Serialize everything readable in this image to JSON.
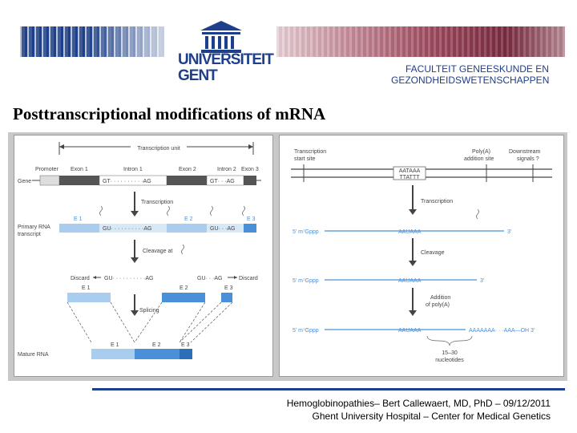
{
  "header": {
    "logo_line1": "UNIVERSITEIT",
    "logo_line2": "GENT",
    "faculty_line1": "FACULTEIT GENEESKUNDE EN",
    "faculty_line2": "GEZONDHEIDSWETENSCHAPPEN"
  },
  "slide": {
    "title": "Posttranscriptional modifications of mRNA"
  },
  "left_figure": {
    "transcription_unit": "Transcription unit",
    "gene_labels": [
      "Promoter",
      "Exon 1",
      "Intron 1",
      "Exon 2",
      "Intron 2",
      "Exon 3"
    ],
    "gene": "Gene",
    "gt_ag_1": "GT· · · · · · · · · ·AG",
    "gt_ag_2": "GT· · ·AG",
    "transcription": "Transcription",
    "e1": "E 1",
    "e2": "E 2",
    "e3": "E 3",
    "primary_rna": "Primary RNA",
    "transcript": "transcript",
    "gu_ag_1": "GU· · · · · · · · · ·AG",
    "gu_ag_2": "GU· · ·AG",
    "cleavage_at": "Cleavage at",
    "discard_left": "Discard",
    "discard_right": "Discard",
    "splicing": "Splicing",
    "mature_rna": "Mature RNA"
  },
  "right_figure": {
    "transcription_start": "Transcription",
    "start_site": "start site",
    "polya_site": "Poly(A)",
    "addition_site": "addition site",
    "downstream": "Downstream",
    "signals": "signals ?",
    "aataaa": "AATAAA",
    "ttattt": "TTATTT",
    "transcription": "Transcription",
    "five_prime": "5' m⁷Gppp",
    "auaaa": "AAUAAA",
    "three_prime": "3'",
    "cleavage": "Cleavage",
    "addition_of": "Addition",
    "of_polya": "of poly(A)",
    "polya_tail": "AAAAAAA· · ·AAA—OH 3'",
    "range": "15–30",
    "nucleotides": "nucleotides"
  },
  "footer": {
    "line1": "Hemoglobinopathies– Bert Callewaert, MD, PhD – 09/12/2011",
    "line2": "Ghent University Hospital – Center for Medical Genetics"
  },
  "colors": {
    "brand_blue": "#1d3f8c",
    "rna_blue": "#4a90d9",
    "light_blue": "#a8cdee",
    "dark_gray": "#444444"
  }
}
